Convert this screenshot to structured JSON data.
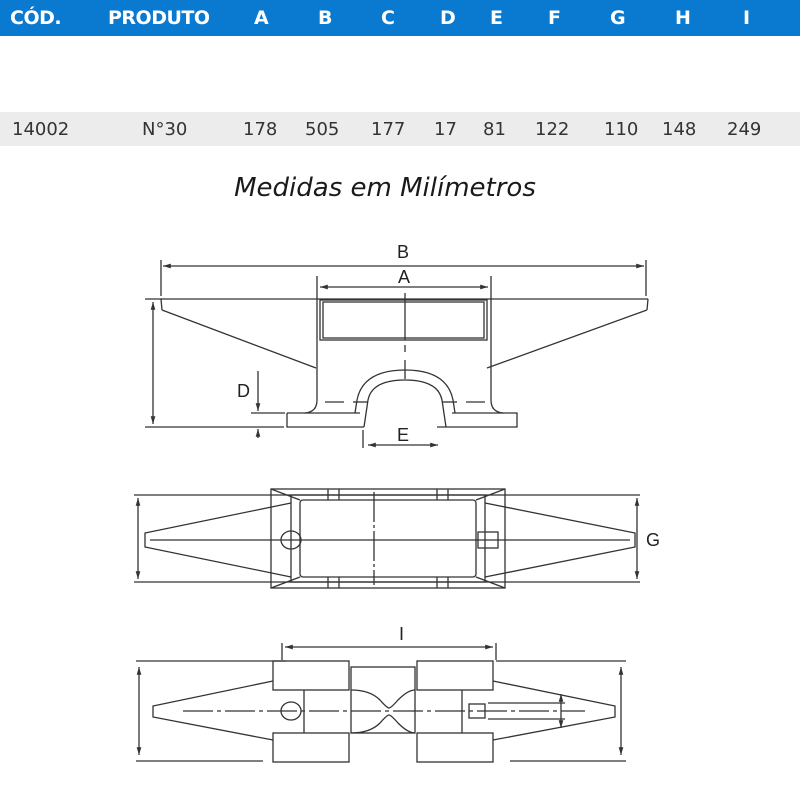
{
  "table": {
    "headers": [
      "CÓD.",
      "PRODUTO",
      "A",
      "B",
      "C",
      "D",
      "E",
      "F",
      "G",
      "H",
      "I"
    ],
    "rows": [
      [
        "14002",
        "N°30",
        "178",
        "505",
        "177",
        "17",
        "81",
        "122",
        "110",
        "148",
        "249"
      ]
    ],
    "header_bg": "#0a7ad1",
    "row_bg": "#ececec"
  },
  "caption": "Medidas em Milímetros",
  "drawing": {
    "labels": {
      "B": "B",
      "A": "A",
      "D": "D",
      "E": "E",
      "G": "G",
      "I": "I"
    }
  }
}
